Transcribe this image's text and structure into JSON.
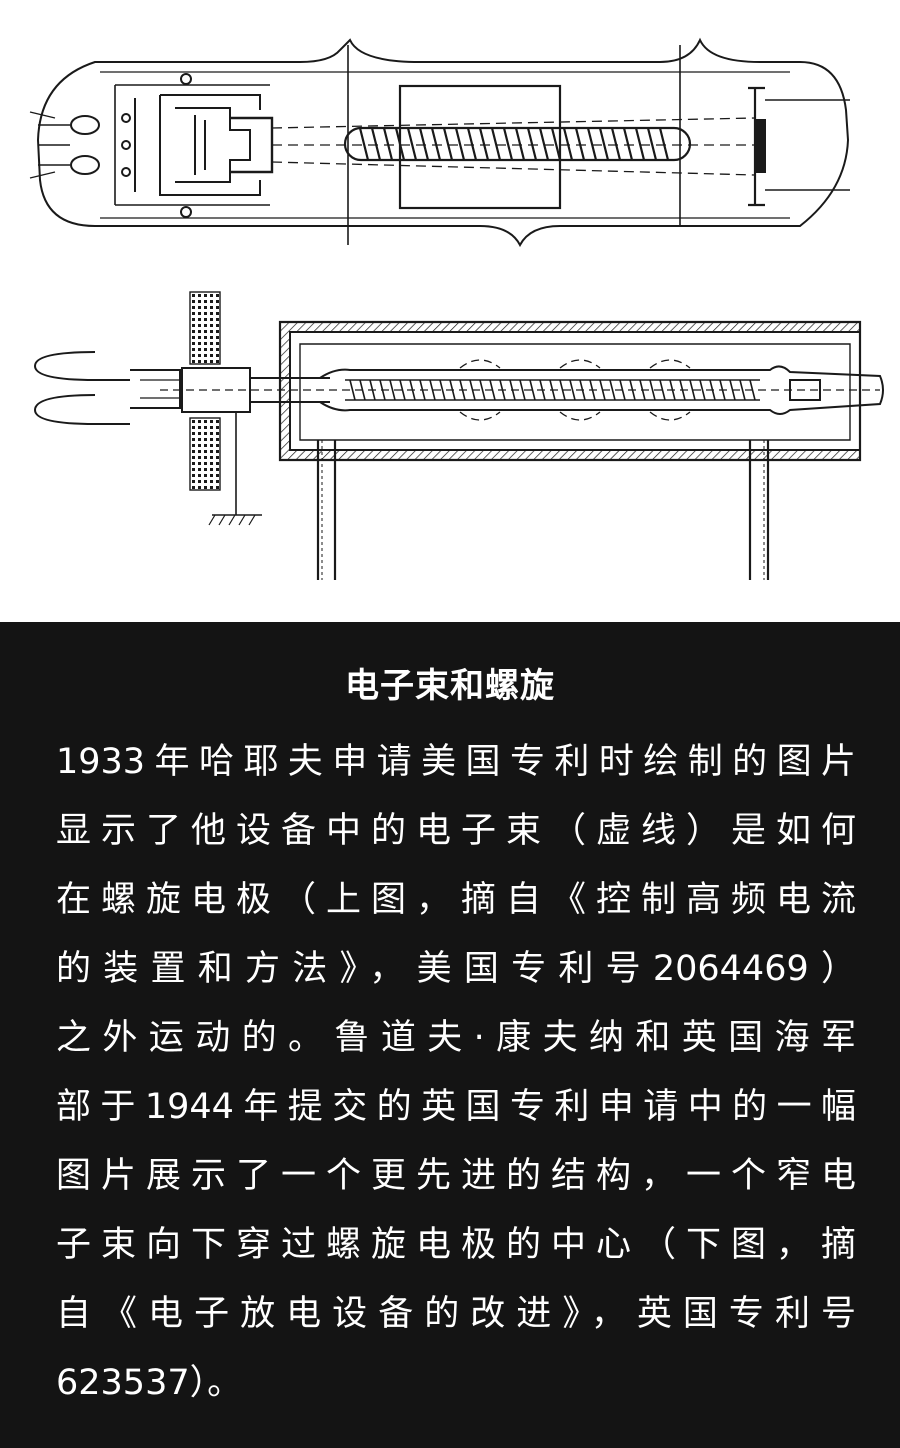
{
  "caption": {
    "title": "电子束和螺旋",
    "lines": [
      "1933年哈耶夫申请美国专利时绘制的图片",
      "显示了他设备中的电子束（虚线）是如何",
      "在螺旋电极（上图，摘自《控制高频电流",
      "的装置和方法》，美国专利号2064469）",
      "之外运动的。鲁道夫·康夫纳和英国海军",
      "部于1944年提交的英国专利申请中的一幅",
      "图片展示了一个更先进的结构，一个窄电",
      "子束向下穿过螺旋电极的中心（下图，摘",
      "自《电子放电设备的改进》，英国专利号",
      "623537）。"
    ]
  },
  "colors": {
    "caption_background": "#141414",
    "caption_text": "#ffffff",
    "drawing_ink": "#1a1a1a"
  }
}
